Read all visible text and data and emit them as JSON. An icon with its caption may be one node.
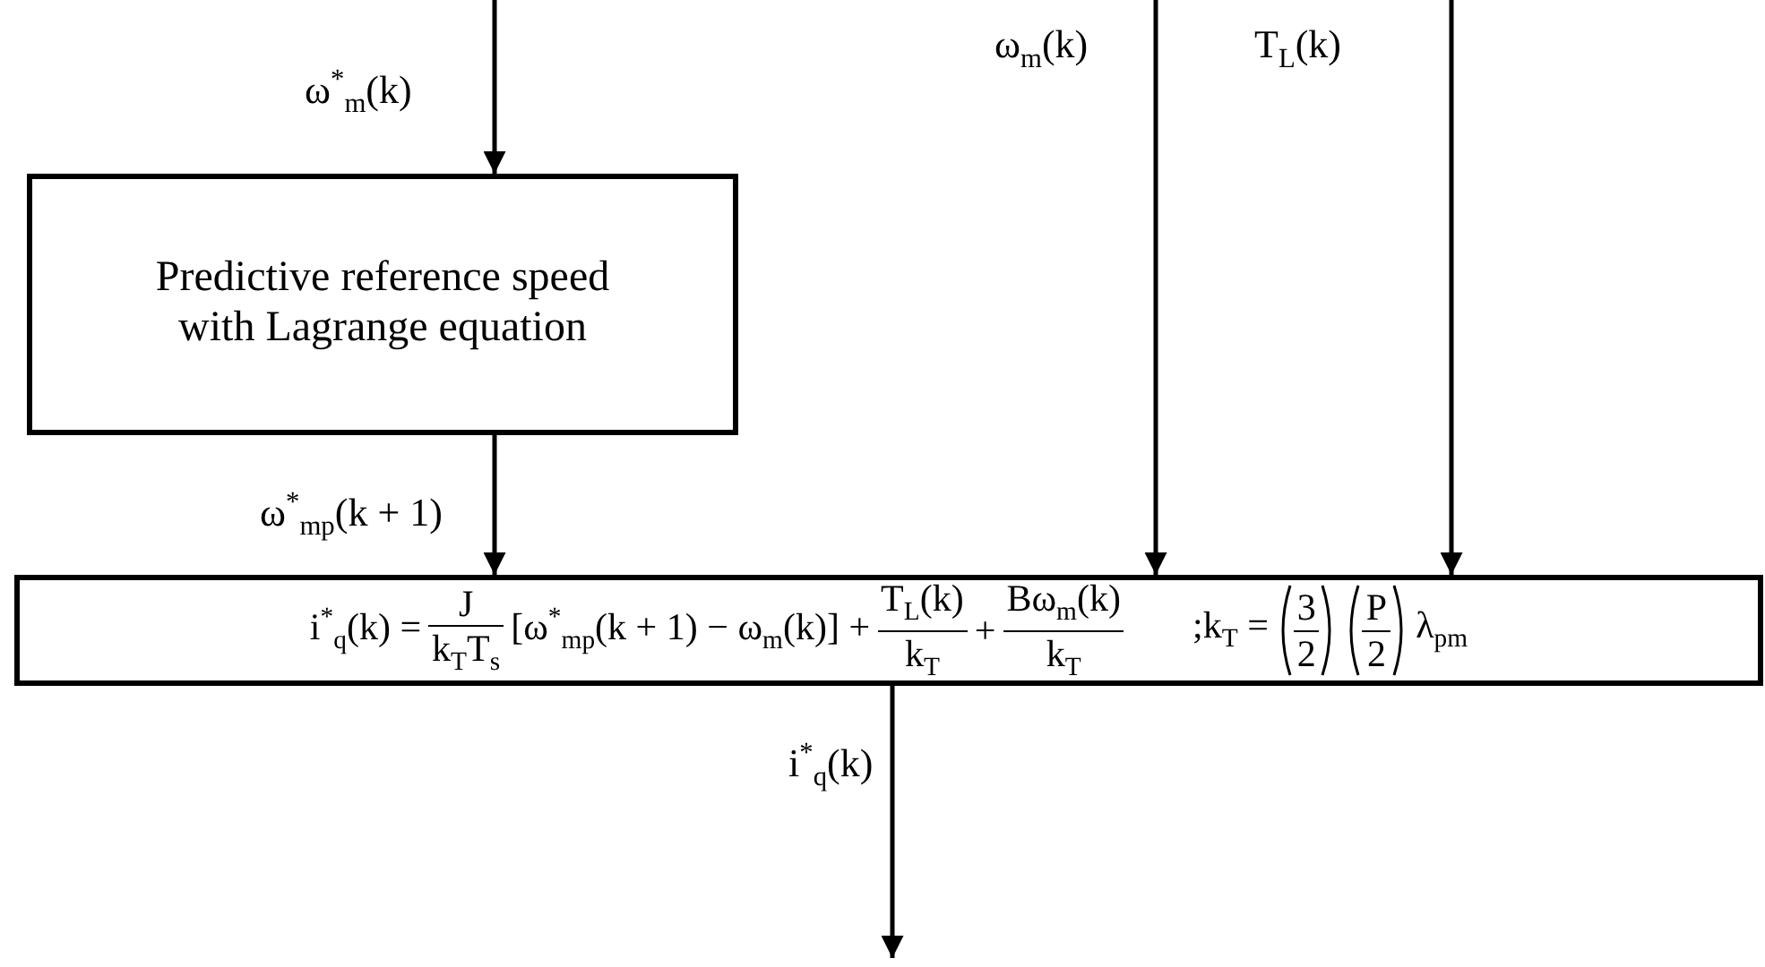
{
  "diagram": {
    "nodes": [
      {
        "text": [
          "Predictive reference speed with Lagrange equation"
        ]
      },
      {
        "text": [
          "i$^{*}$$_{q}$(k) =",
          "J",
          "k$_{T}$T$_{s}$",
          "[ω$^{*}$$_{m}$$_{p}$(k + 1) − ω$_{m}$(k)] +",
          "T$_{L}$(k)",
          "k$_{T}$",
          "+",
          "Bω$_{m}$(k)",
          "k$_{T}$",
          ";k$_{T}$ =",
          "3",
          "2",
          "P",
          "2",
          "λ$_{pm}$"
        ]
      }
    ],
    "edges": [
      {
        "from": null,
        "to": 0,
        "arrow": "to",
        "label": "ω$^{*}$$_{m}$(k)"
      },
      {
        "from": 0,
        "to": 1,
        "arrow": "to",
        "label": "ω$^{*}$$_{m}$$_{p}$(k + 1)"
      },
      {
        "from": null,
        "to": 1,
        "arrow": "to",
        "label": "ω$_{m}$(k)"
      },
      {
        "from": null,
        "to": 1,
        "arrow": "to",
        "label": "T$_{L}$(k)"
      },
      {
        "from": 1,
        "to": null,
        "arrow": "to",
        "label": "i$^{*}$$_{q}$(k)"
      }
    ]
  }
}
